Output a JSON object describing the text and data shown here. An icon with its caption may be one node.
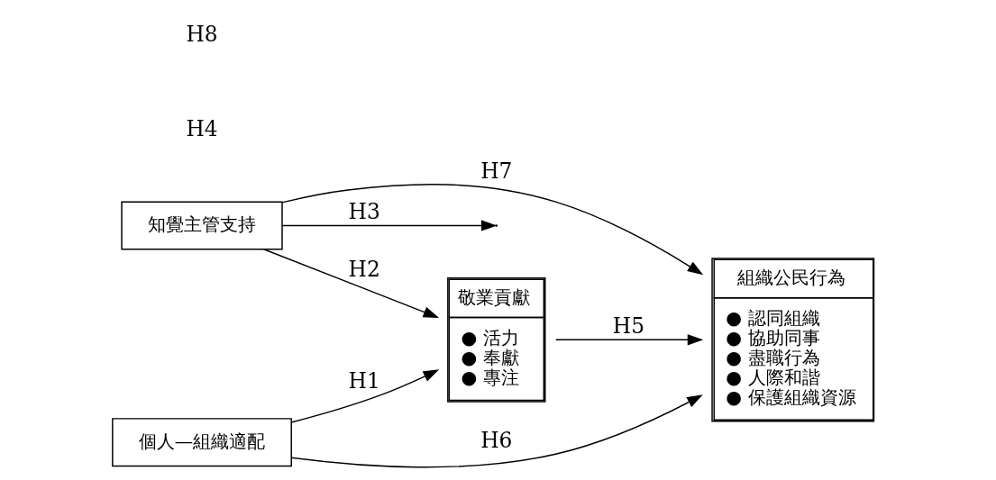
{
  "diagram": {
    "nodes": [
      {
        "text": [
          "知覺主管支持"
        ]
      },
      {
        "text": [
          "個人—組織適配"
        ]
      },
      {
        "text": [
          "敬業貢獻",
          "● 活力",
          "● 奉獻",
          "● 專注"
        ]
      },
      {
        "text": [
          "組織公民行為",
          "● 認同組織",
          "● 協助同事",
          "● 盡職行為",
          "● 人際和諧",
          "● 保護組織資源"
        ]
      }
    ],
    "edges": [
      {
        "from": 0,
        "to": 3,
        "arrow": "to",
        "label": "H7"
      },
      {
        "from": 0,
        "to": 2,
        "arrow": "to",
        "label": "H2"
      },
      {
        "from": 0,
        "to": null,
        "arrow": "to",
        "label": "H3"
      },
      {
        "from": 1,
        "to": 2,
        "arrow": "to",
        "label": "H1"
      },
      {
        "from": 2,
        "to": 3,
        "arrow": "to",
        "label": "H5"
      },
      {
        "from": 1,
        "to": 3,
        "arrow": "to",
        "label": "H6"
      }
    ],
    "labels": [
      "H4",
      "H8"
    ]
  }
}
